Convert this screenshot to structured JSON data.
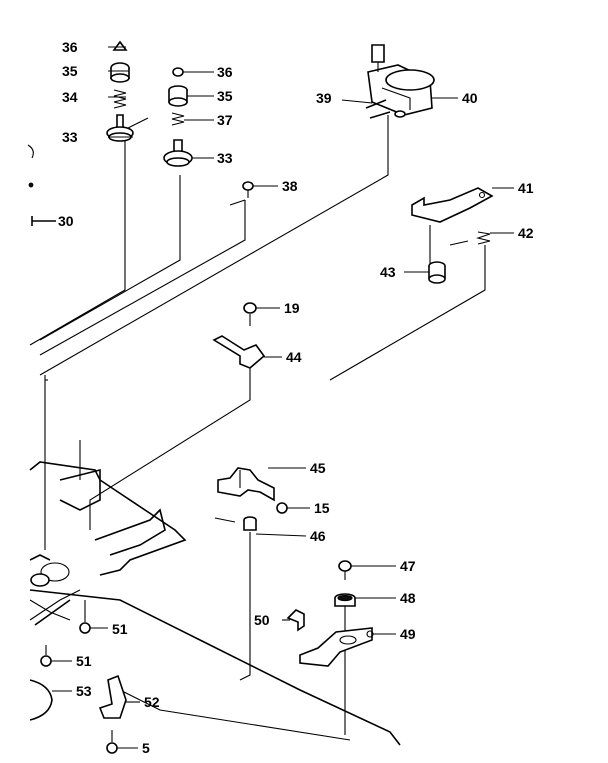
{
  "callouts": {
    "c36a": "36",
    "c35a": "35",
    "c34": "34",
    "c33a": "33",
    "c36b": "36",
    "c35b": "35",
    "c37": "37",
    "c33b": "33",
    "c38": "38",
    "c30": "30",
    "c39": "39",
    "c40": "40",
    "c41": "41",
    "c42": "42",
    "c43": "43",
    "c19": "19",
    "c44": "44",
    "c45": "45",
    "c15": "15",
    "c46": "46",
    "c47": "47",
    "c48": "48",
    "c49": "49",
    "c50": "50",
    "c51a": "51",
    "c51b": "51",
    "c52": "52",
    "c53": "53",
    "c5": "5"
  }
}
